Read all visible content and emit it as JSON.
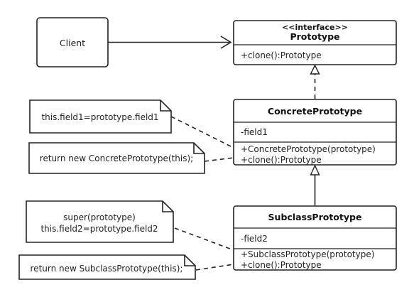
{
  "client": {
    "label": "Client"
  },
  "prototype": {
    "stereotype": "<<interface>>",
    "name": "Prototype",
    "methods": [
      "+clone():Prototype"
    ]
  },
  "concrete": {
    "name": "ConcretePrototype",
    "fields": [
      "-field1"
    ],
    "methods": [
      "+ConcretePrototype(prototype)",
      "+clone():Prototype"
    ]
  },
  "subclass": {
    "name": "SubclassPrototype",
    "fields": [
      "-field2"
    ],
    "methods": [
      "+SubclassPrototype(prototype)",
      "+clone():Prototype"
    ]
  },
  "notes": {
    "n1": {
      "lines": [
        "this.field1=prototype.field1"
      ]
    },
    "n2": {
      "lines": [
        "return new ConcretePrototype(this);"
      ]
    },
    "n3": {
      "lines": [
        "super(prototype)",
        "this.field2=prototype.field2"
      ]
    },
    "n4": {
      "lines": [
        "return new SubclassPrototype(this);"
      ]
    }
  }
}
